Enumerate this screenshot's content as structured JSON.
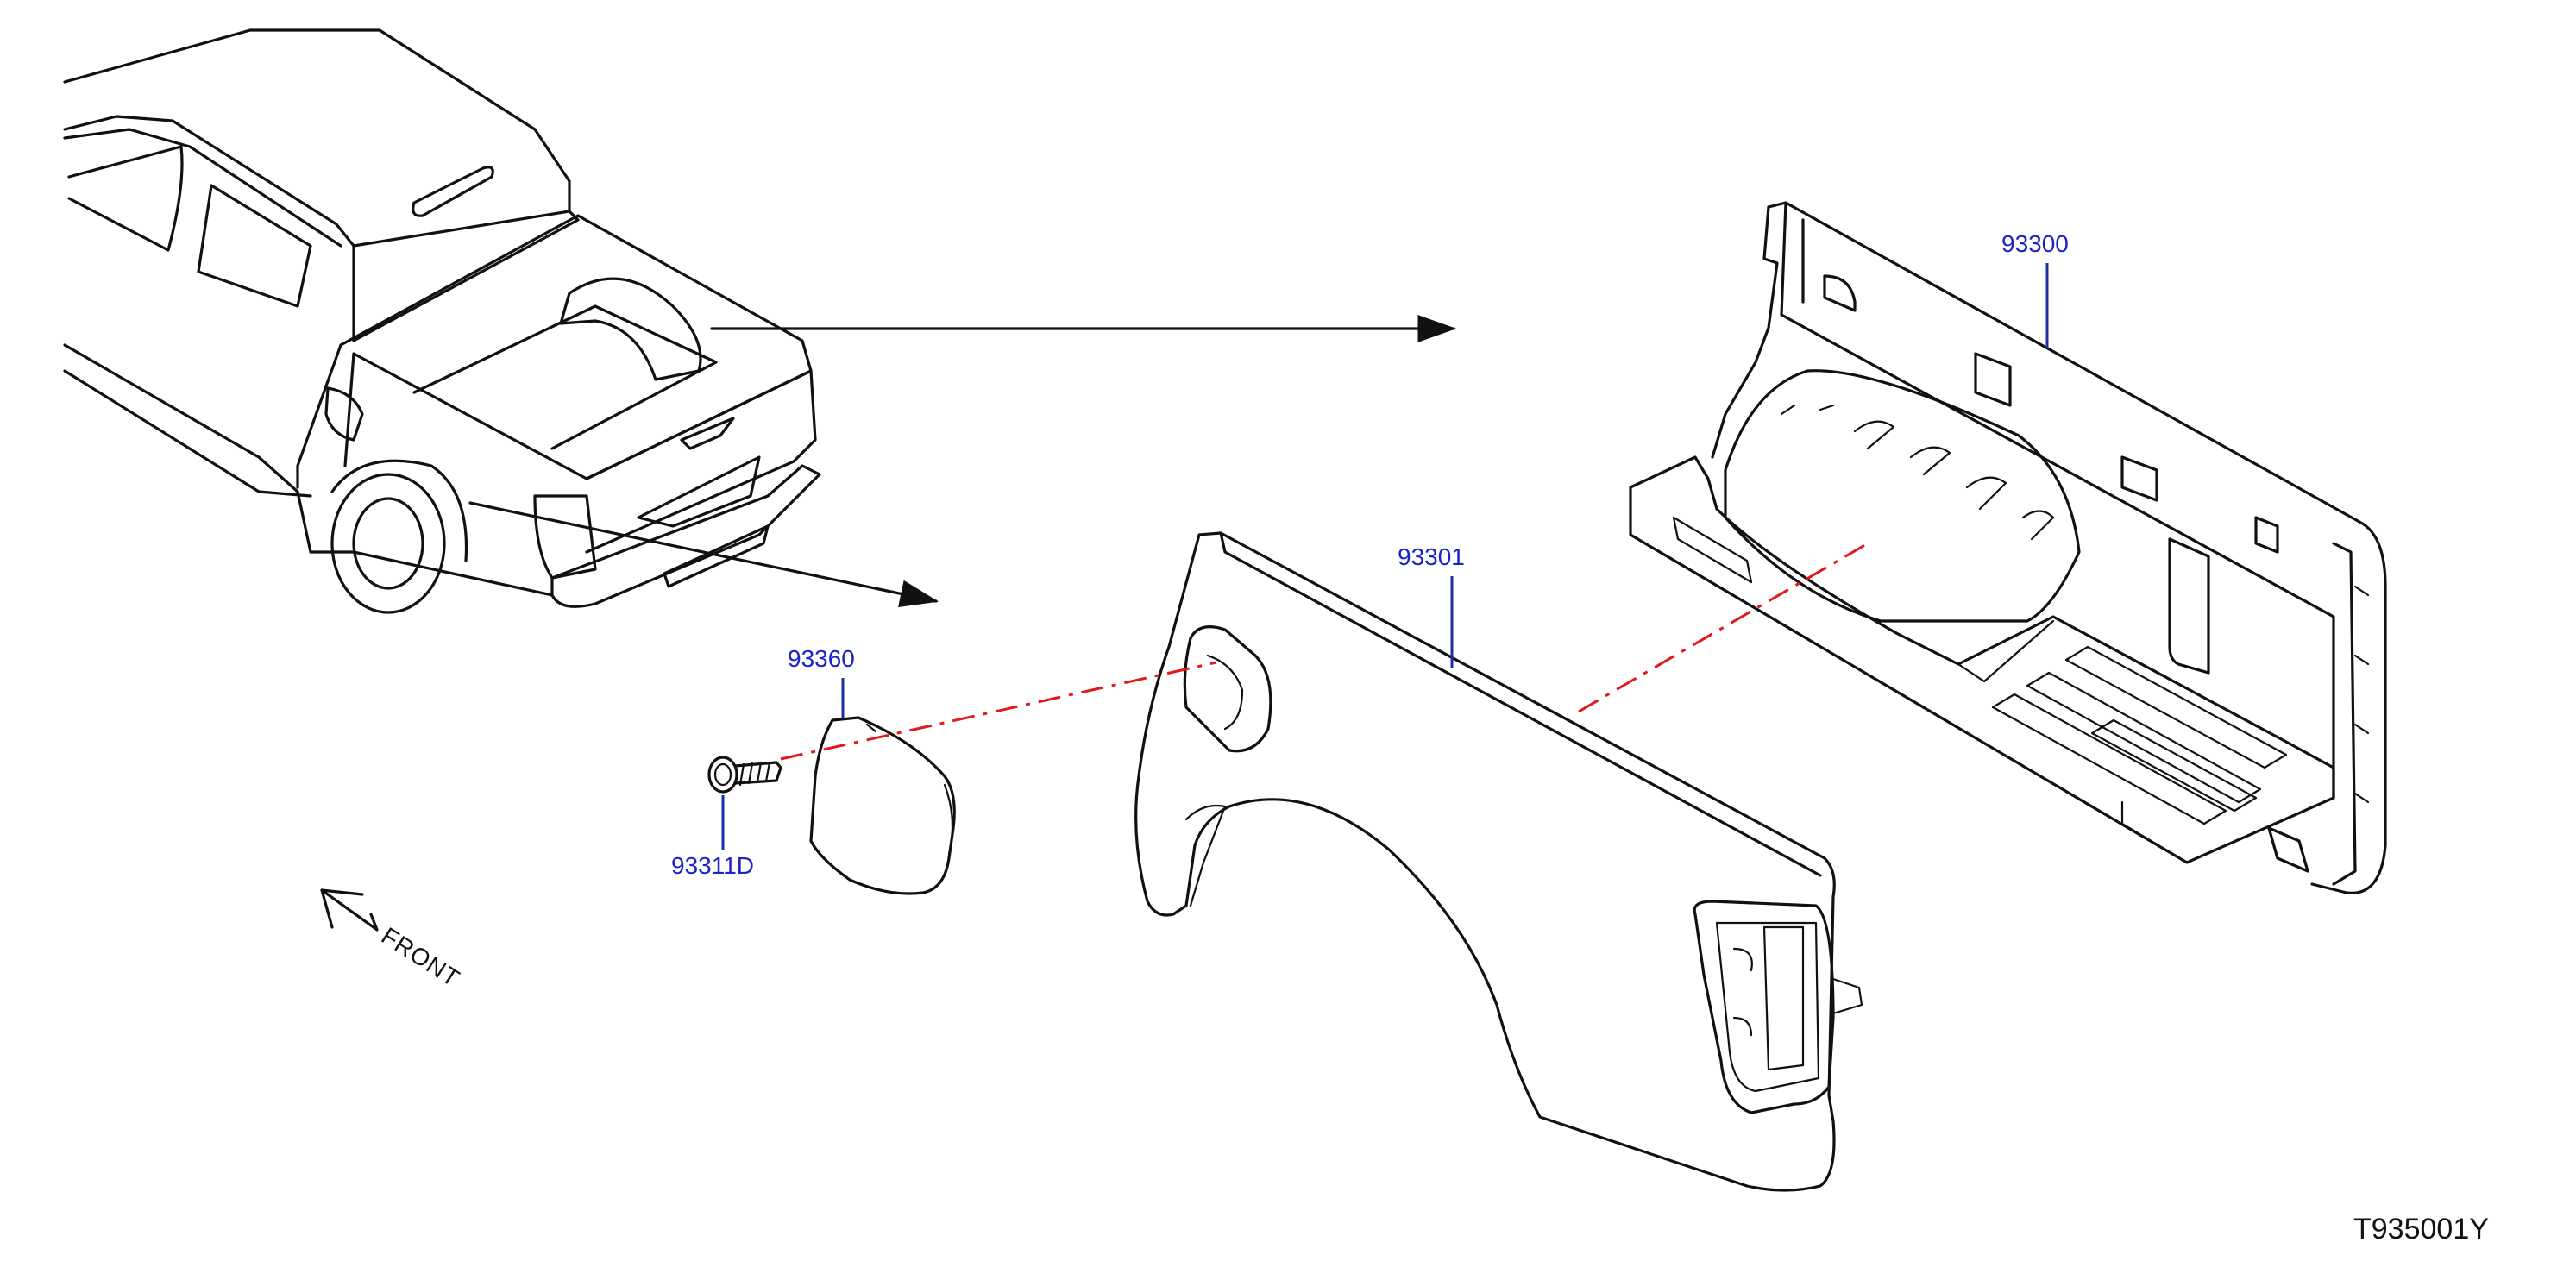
{
  "parts": [
    {
      "id": "rear-body-side-panel",
      "number": "93300"
    },
    {
      "id": "rear-fender",
      "number": "93301"
    },
    {
      "id": "fuel-filler-lid",
      "number": "93360"
    },
    {
      "id": "screw",
      "number": "93311D"
    }
  ],
  "front_indicator": "FRONT",
  "diagram_code": "T935001Y",
  "colors": {
    "part_label": "#1a22c8",
    "leader_line": "#1f2fa0",
    "alignment_line": "#e01a1a",
    "outline": "#111111"
  }
}
